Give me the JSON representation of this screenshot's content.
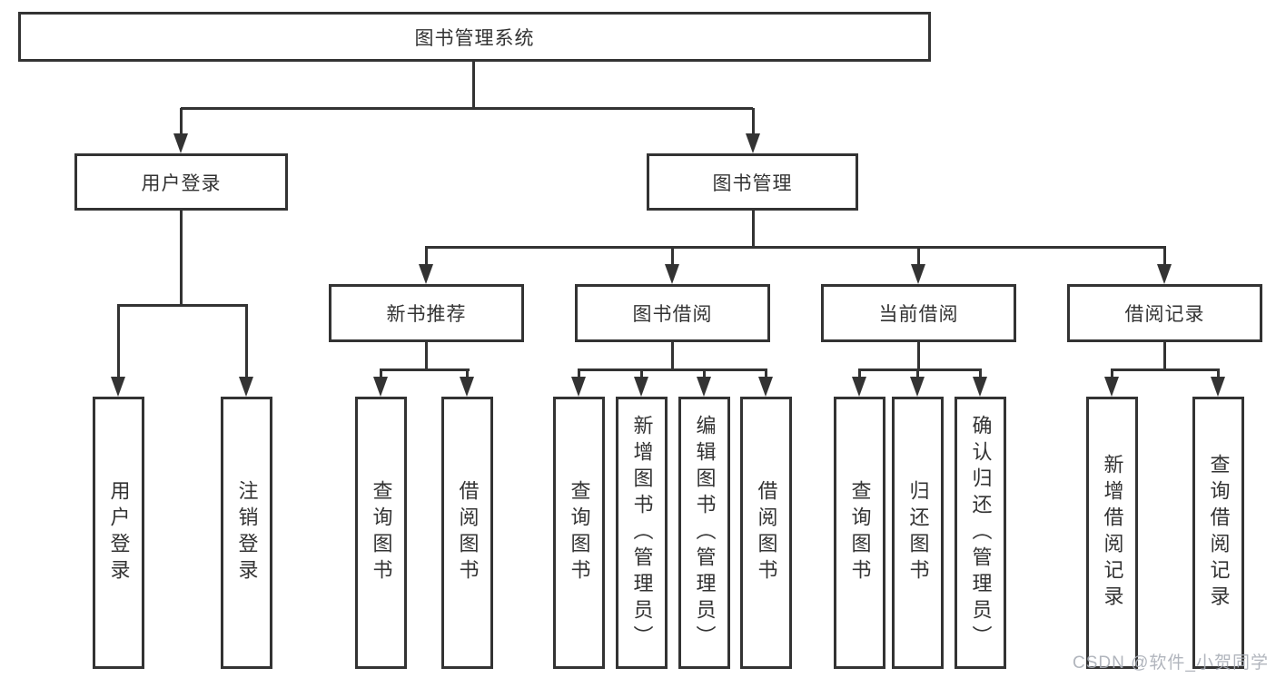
{
  "colors": {
    "line": "#333333",
    "text": "#333333",
    "box_bg": "#ffffff",
    "watermark": "#a9aeb6"
  },
  "watermark_text": "CSDN @软件_小贺同学",
  "nodes": {
    "root": "图书管理系统",
    "user_login": "用户登录",
    "book_mgmt": "图书管理",
    "new_book_rec": "新书推荐",
    "book_borrow": "图书借阅",
    "current_borrow": "当前借阅",
    "borrow_records": "借阅记录",
    "ul_login": "用户登录",
    "ul_logout": "注销登录",
    "nr_query": "查询图书",
    "nr_borrow": "借阅图书",
    "bb_query": "查询图书",
    "bb_add": "新增图书（管理员）",
    "bb_edit": "编辑图书（管理员）",
    "bb_borrow": "借阅图书",
    "cb_query": "查询图书",
    "cb_return": "归还图书",
    "cb_confirm": "确认归还（管理员）",
    "br_add": "新增借阅记录",
    "br_query": "查询借阅记录"
  }
}
